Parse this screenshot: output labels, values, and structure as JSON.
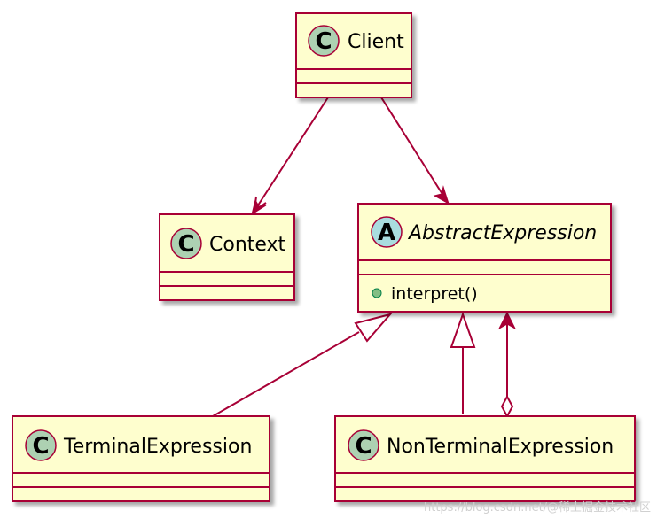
{
  "colors": {
    "class_fill": "#FEFECE",
    "class_border": "#A80036",
    "class_circle": "#ADD1B2",
    "abstract_circle": "#A9DCDF",
    "arrow": "#A80036",
    "method_dot": "#84BE84"
  },
  "classes": {
    "client": {
      "name": "Client",
      "stereotype": "C"
    },
    "context": {
      "name": "Context",
      "stereotype": "C"
    },
    "abstract_expression": {
      "name": "AbstractExpression",
      "stereotype": "A",
      "methods": [
        "interpret()"
      ]
    },
    "terminal_expression": {
      "name": "TerminalExpression",
      "stereotype": "C"
    },
    "nonterminal_expression": {
      "name": "NonTerminalExpression",
      "stereotype": "C"
    }
  },
  "relations": [
    {
      "from": "client",
      "to": "context",
      "type": "association"
    },
    {
      "from": "client",
      "to": "abstract_expression",
      "type": "association"
    },
    {
      "from": "terminal_expression",
      "to": "abstract_expression",
      "type": "generalization"
    },
    {
      "from": "nonterminal_expression",
      "to": "abstract_expression",
      "type": "generalization"
    },
    {
      "from": "nonterminal_expression",
      "to": "abstract_expression",
      "type": "aggregation"
    }
  ],
  "watermark": "https://blog.csdn.net/@稀土掘金技术社区"
}
